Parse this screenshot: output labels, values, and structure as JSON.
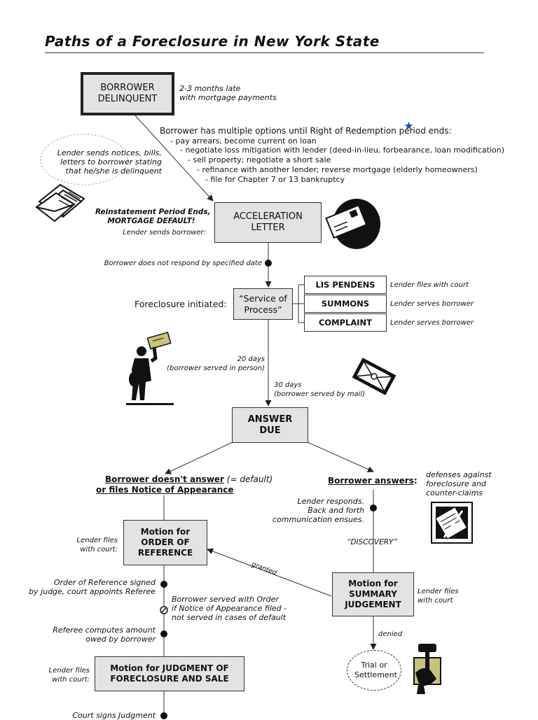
{
  "title": "Paths of a Foreclosure in New York State",
  "boxes": {
    "borrower_delinquent": "BORROWER DELINQUENT",
    "acceleration_letter": "ACCELERATION LETTER",
    "service_of_process": "“Service of Process”",
    "lis_pendens": "LIS PENDENS",
    "summons": "SUMMONS",
    "complaint": "COMPLAINT",
    "answer_due": "ANSWER DUE",
    "order_of_reference": "Motion for ORDER OF REFERENCE",
    "summary_judgement": "Motion for SUMMARY JUDGEMENT",
    "judgment_foreclosure": "Motion for JUDGMENT OF FORECLOSURE AND SALE",
    "trial": "Trial or Settlement"
  },
  "notes": {
    "late": "2-3 months late\nwith mortgage payments",
    "options_intro": "Borrower has multiple options until Right of Redemption period ends:",
    "options": [
      "-  pay arrears, become current on loan",
      "-  negotiate loss mitigation with lender (deed-in-lieu, forbearance, loan modification)",
      "-  sell property; negotiate a short sale",
      "-  refinance with another lender; reverse mortgage (elderly homeowners)",
      "-  file for Chapter 7 or 13 bankruptcy"
    ],
    "lender_notices": "Lender sends notices, bills,\nletters to borrower stating\nthat he/she is delinquent",
    "reinstatement": "Reinstatement Period Ends,\nMORTGAGE DEFAULT!",
    "lender_sends": "Lender sends borrower:",
    "no_respond": "Borrower does not respond by specified date",
    "foreclosure_initiated": "Foreclosure initiated:",
    "lis_note": "Lender files with court",
    "summons_note": "Lender serves borrower",
    "complaint_note": "Lender serves borrower",
    "days20": "20 days\n(borrower served in person)",
    "days30": "30 days\n(borrower served by mail)",
    "no_answer": "Borrower doesn't answer",
    "default": " (= default)",
    "notice_appearance": "or files Notice of Appearance",
    "answers": "Borrower answers",
    "colon": ":",
    "defenses": "defenses against\nforeclosure and\ncounter-claims",
    "lender_responds": "Lender responds.\nBack and forth\ncommunication ensues.",
    "discovery": "“DISCOVERY”",
    "lender_files_court": "Lender files\nwith court:",
    "granted": "granted",
    "lender_files_court2": "Lender files\nwith court",
    "order_signed": "Order of Reference signed\nby judge, court appoints Referee",
    "served_order": "Borrower served with Order\nif Notice of Appearance filed -\nnot served in cases of default",
    "referee": "Referee computes amount\nowed by borrower",
    "denied": "denied",
    "lender_files_court3": "Lender files\nwith court:",
    "court_signs": "Court signs Judgment"
  },
  "icons": [
    "star-icon",
    "letters-icon",
    "envelope-icon",
    "mailman-icon",
    "mail-envelope-icon",
    "document-icon",
    "gavel-icon"
  ]
}
